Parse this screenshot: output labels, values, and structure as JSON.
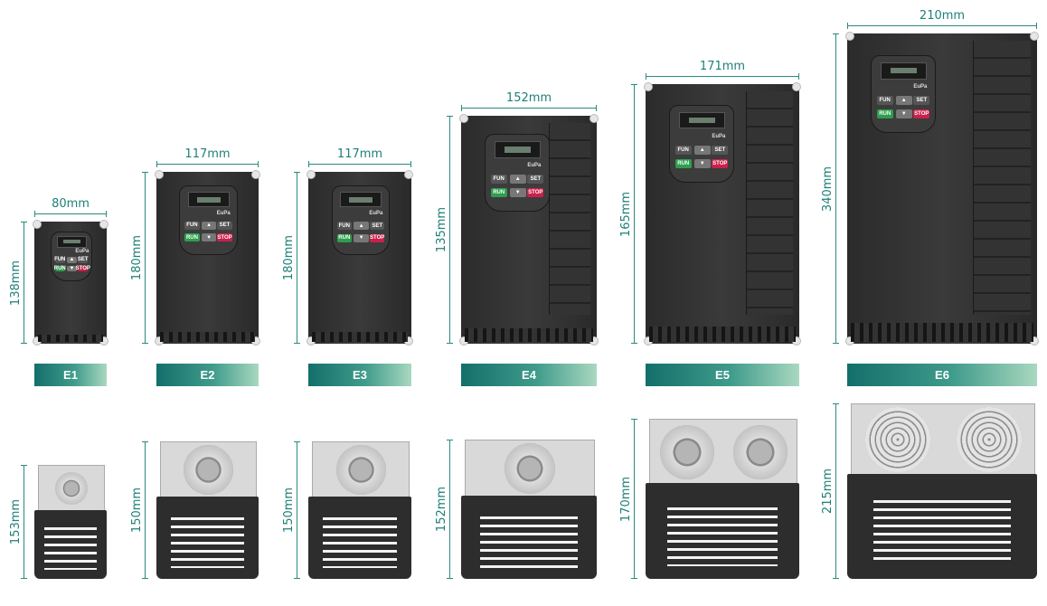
{
  "units": [
    {
      "model": "E1",
      "width": "80mm",
      "height": "138mm",
      "depth": "153mm"
    },
    {
      "model": "E2",
      "width": "117mm",
      "height": "180mm",
      "depth": "150mm"
    },
    {
      "model": "E3",
      "width": "117mm",
      "height": "180mm",
      "depth": "150mm"
    },
    {
      "model": "E4",
      "width": "152mm",
      "height": "135mm",
      "depth": "152mm"
    },
    {
      "model": "E5",
      "width": "171mm",
      "height": "165mm",
      "depth": "170mm"
    },
    {
      "model": "E6",
      "width": "210mm",
      "height": "340mm",
      "depth": "215mm"
    }
  ],
  "keypad": {
    "fun": "FUN",
    "set": "SET",
    "run": "RUN",
    "stop": "STOP",
    "logo": "EuPa"
  },
  "colors": {
    "dimension": "#1f7f78",
    "label_start": "#136f6a",
    "label_end": "#a9d8c0",
    "run_key": "#2e9e4e",
    "stop_key": "#c8214a"
  }
}
